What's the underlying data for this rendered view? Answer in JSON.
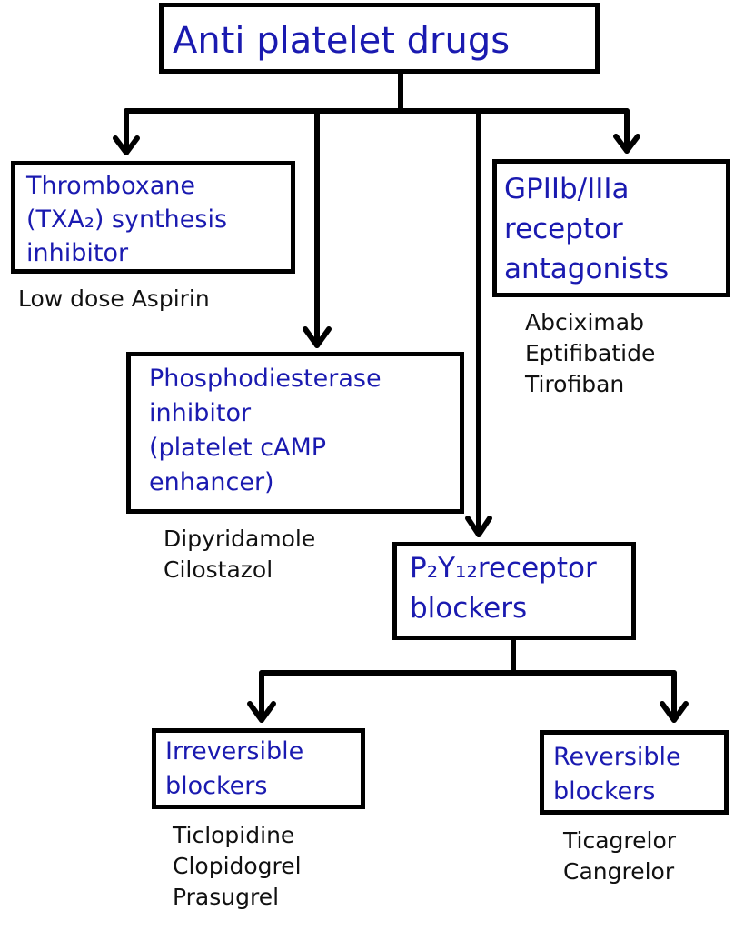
{
  "title": "Anti platelet drugs",
  "categories": {
    "txa2": {
      "lines": [
        "Thromboxane",
        "(TXA₂) synthesis",
        "inhibitor"
      ],
      "drugs": [
        "Low dose Aspirin"
      ]
    },
    "pde": {
      "lines": [
        "Phosphodiesterase",
        "inhibitor",
        "(platelet cAMP",
        "enhancer)"
      ],
      "drugs": [
        "Dipyridamole",
        "Cilostazol"
      ]
    },
    "p2y12": {
      "lines": [
        "P₂Y₁₂receptor",
        "blockers"
      ],
      "children": {
        "irreversible": {
          "lines": [
            "Irreversible",
            "blockers"
          ],
          "drugs": [
            "Ticlopidine",
            "Clopidogrel",
            "Prasugrel"
          ]
        },
        "reversible": {
          "lines": [
            "Reversible",
            "blockers"
          ],
          "drugs": [
            "Ticagrelor",
            "Cangrelor"
          ]
        }
      }
    },
    "gp": {
      "lines": [
        "GPIIb/IIIa",
        "receptor",
        "antagonists"
      ],
      "drugs": [
        "Abciximab",
        "Eptifibatide",
        "Tirofiban"
      ]
    }
  },
  "colors": {
    "heading_text": "#1a1ab0",
    "drug_text": "#111111",
    "line": "#000000"
  }
}
